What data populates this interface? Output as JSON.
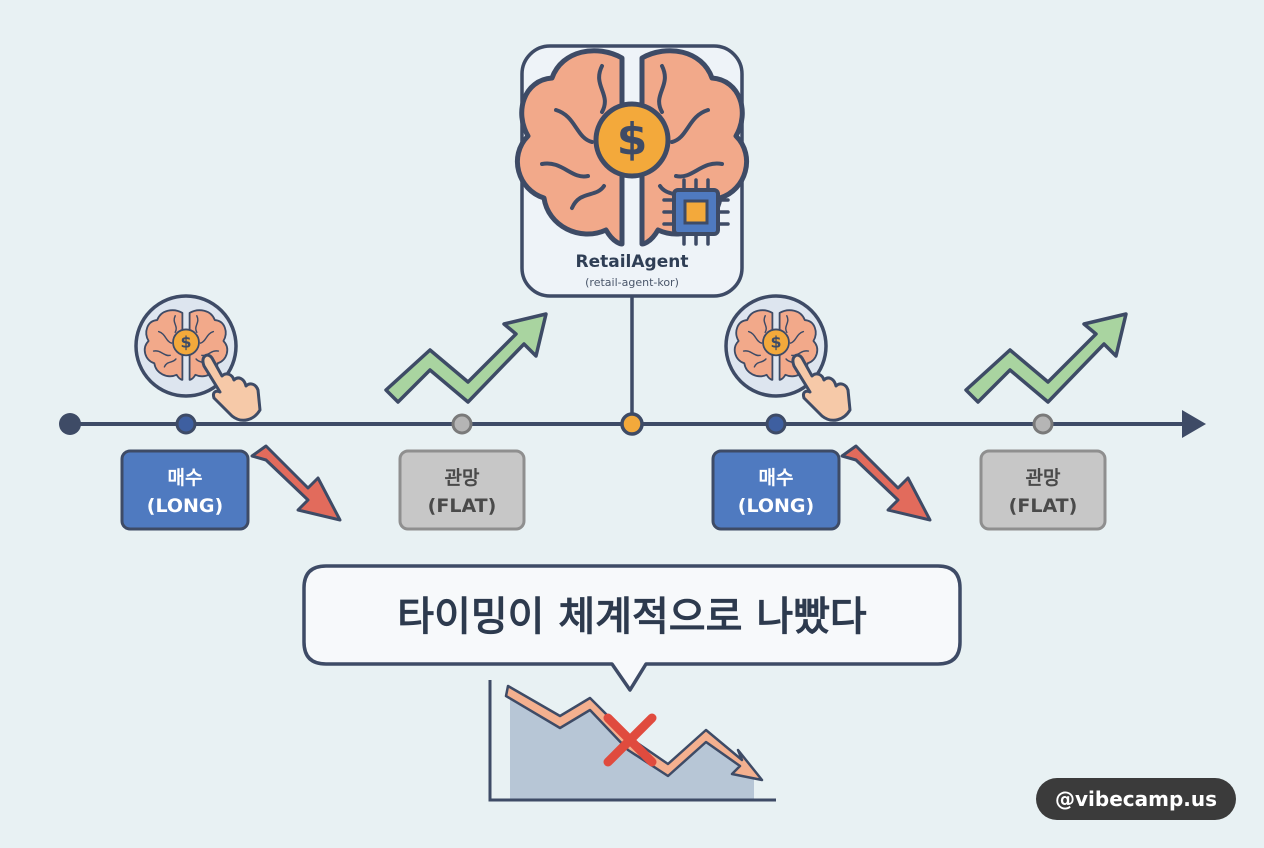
{
  "agent": {
    "name": "RetailAgent",
    "id": "(retail-agent-kor)"
  },
  "positions": [
    {
      "korean": "매수",
      "english": "(LONG)",
      "type": "long"
    },
    {
      "korean": "관망",
      "english": "(FLAT)",
      "type": "flat"
    },
    {
      "korean": "매수",
      "english": "(LONG)",
      "type": "long"
    },
    {
      "korean": "관망",
      "english": "(FLAT)",
      "type": "flat"
    }
  ],
  "callout": {
    "text": "타이밍이 체계적으로 나빴다"
  },
  "watermark": "@vibecamp.us",
  "icons": {
    "agent": "brain-dollar-chip-icon",
    "decision": "brain-dollar-hand-icon",
    "price_up": "arrow-trend-up-icon",
    "price_down": "arrow-trend-down-icon",
    "failure": "cross-mark-icon"
  },
  "colors": {
    "background": "#e8f1f3",
    "timeline": "#3e4b66",
    "long_box": "#4f7ac0",
    "flat_box": "#c7c7c7",
    "up_arrow": "#a9d4a0",
    "down_arrow": "#e26b5c",
    "brain": "#f2a98a",
    "coin": "#f3a93b",
    "agent_node": "#f3a93b"
  }
}
